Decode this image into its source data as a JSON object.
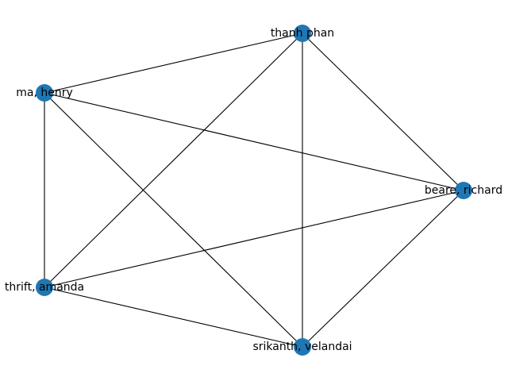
{
  "graph": {
    "node_color": "#1f77b4",
    "edge_color": "#000000",
    "nodes": [
      {
        "id": "thanh-phan",
        "label": "thanh phan"
      },
      {
        "id": "ma-henry",
        "label": "ma, henry"
      },
      {
        "id": "beare-richard",
        "label": "beare, richard"
      },
      {
        "id": "thrift-amanda",
        "label": "thrift, amanda"
      },
      {
        "id": "srikanth-velandai",
        "label": "srikanth, velandai"
      }
    ],
    "edges": [
      [
        "thanh-phan",
        "ma-henry"
      ],
      [
        "thanh-phan",
        "beare-richard"
      ],
      [
        "thanh-phan",
        "thrift-amanda"
      ],
      [
        "thanh-phan",
        "srikanth-velandai"
      ],
      [
        "ma-henry",
        "beare-richard"
      ],
      [
        "ma-henry",
        "thrift-amanda"
      ],
      [
        "ma-henry",
        "srikanth-velandai"
      ],
      [
        "beare-richard",
        "thrift-amanda"
      ],
      [
        "beare-richard",
        "srikanth-velandai"
      ],
      [
        "thrift-amanda",
        "srikanth-velandai"
      ]
    ]
  }
}
